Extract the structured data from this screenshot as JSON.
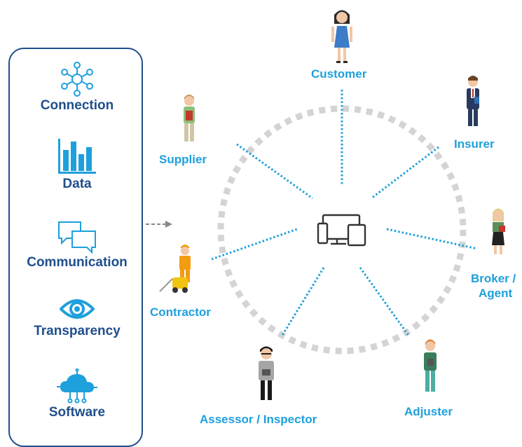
{
  "pillars": [
    {
      "label": "Connection",
      "icon": "network-icon"
    },
    {
      "label": "Data",
      "icon": "bar-chart-icon"
    },
    {
      "label": "Communication",
      "icon": "chat-bubbles-icon"
    },
    {
      "label": "Transparency",
      "icon": "eye-icon"
    },
    {
      "label": "Software",
      "icon": "cloud-circuit-icon"
    }
  ],
  "roles": {
    "customer": "Customer",
    "insurer": "Insurer",
    "supplier": "Supplier",
    "broker": "Broker /",
    "agent": "Agent",
    "contractor": "Contractor",
    "assessor": "Assessor / Inspector",
    "adjuster": "Adjuster"
  },
  "colors": {
    "panel_border": "#1f4e8c",
    "role_text": "#1ea0dc",
    "dotted_line": "#1ea0dc",
    "ring": "#d4d4d4"
  }
}
